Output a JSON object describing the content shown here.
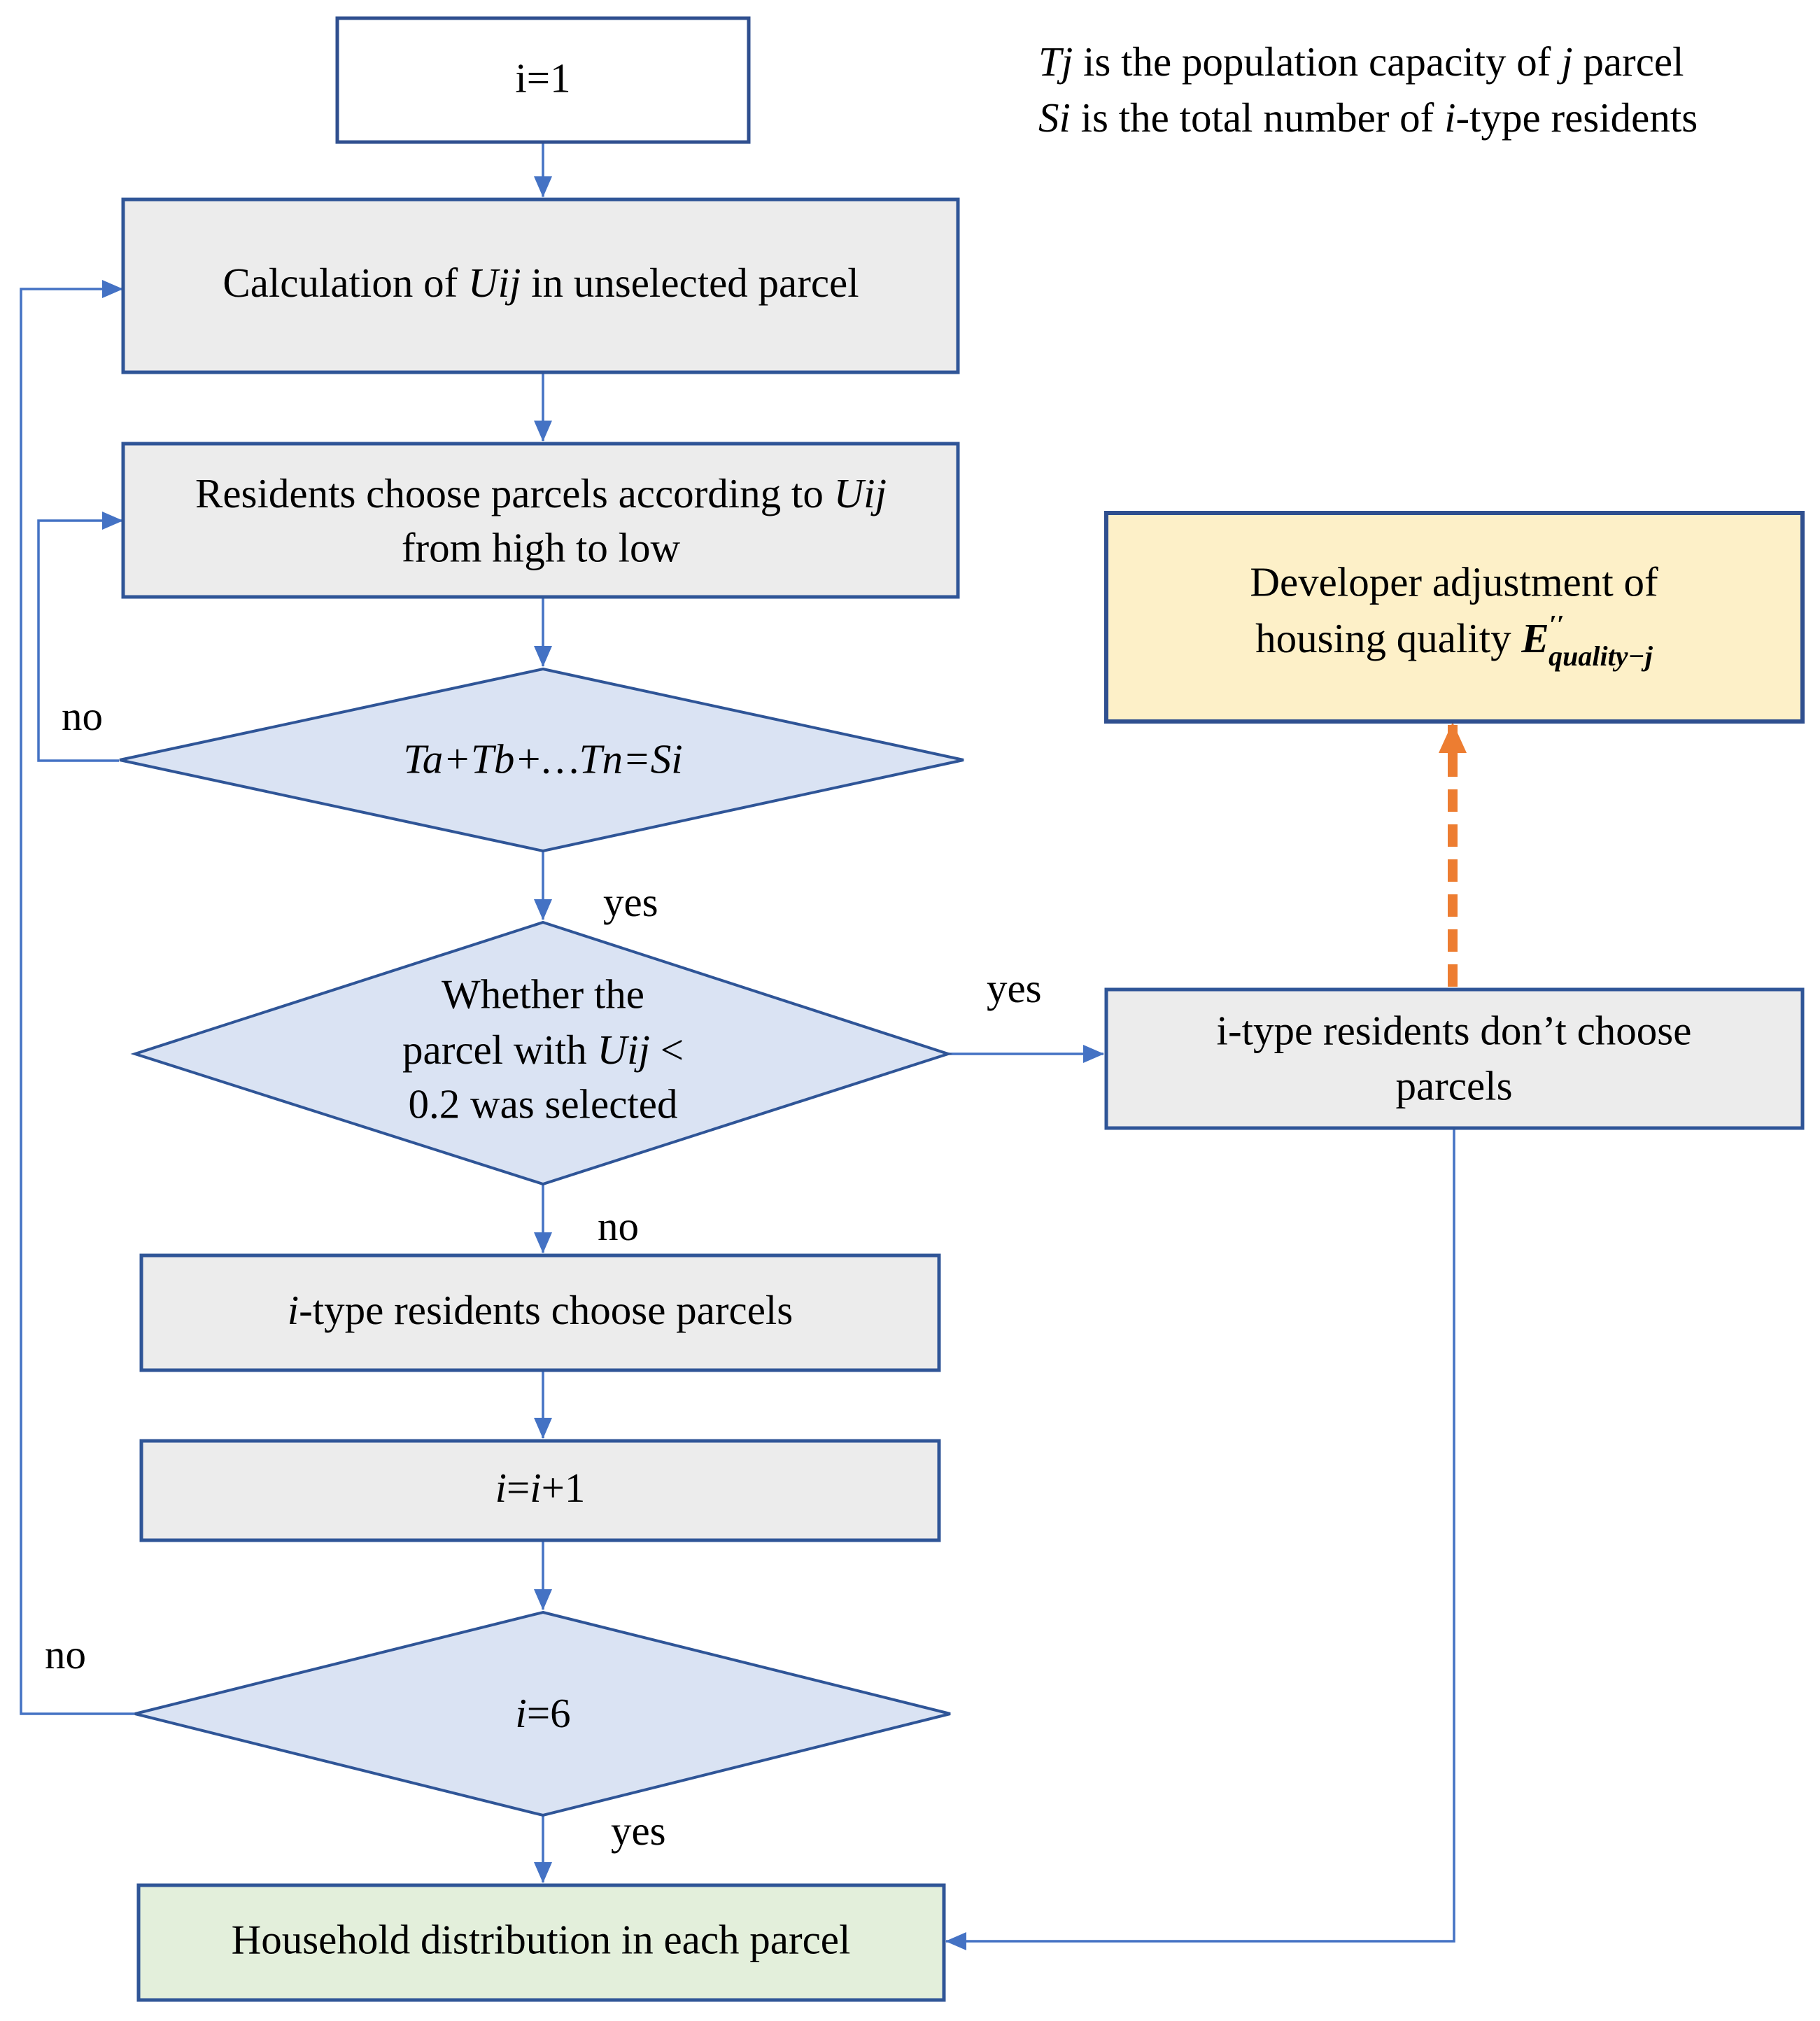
{
  "legend": {
    "line1": {
      "sym": "Tj",
      "text": " is the population capacity of ",
      "var": "j",
      "end": " parcel"
    },
    "line2": {
      "sym": "Si",
      "text": " is the total number of ",
      "var": "i",
      "end": "-type residents"
    }
  },
  "nodes": {
    "start": "i=1",
    "calc": {
      "pre": "Calculation of ",
      "var": "Uij",
      "post": " in unselected parcel"
    },
    "choose": {
      "line1_pre": "Residents choose parcels according to ",
      "line1_var": "Uij",
      "line2": "from high to low"
    },
    "capacity_check": "Ta+Tb+…Tn=Si",
    "threshold_check": {
      "line1": "Whether the",
      "line2_pre": "parcel with ",
      "line2_var": "Uij",
      "line2_post": " <",
      "line3": "0.2 was selected"
    },
    "itype_choose": {
      "var": "i",
      "text": "-type residents choose parcels"
    },
    "increment": {
      "v1": "i",
      "eq": "=",
      "v2": "i",
      "plus": "+1"
    },
    "end_check": {
      "var": "i",
      "text": "=6"
    },
    "dont_choose": {
      "line1": "i-type residents don’t choose",
      "line2": "parcels"
    },
    "developer": {
      "line1": "Developer adjustment of",
      "line2_pre": "housing quality ",
      "formula_base": "E",
      "formula_sup": "′′",
      "formula_sub": "quality−j"
    },
    "result": "Household distribution in each parcel"
  },
  "labels": {
    "no_capacity": "no",
    "yes_capacity": "yes",
    "yes_threshold": "yes",
    "no_threshold": "no",
    "no_end": "no",
    "yes_end": "yes"
  },
  "colors": {
    "flow_line": "#4472c4",
    "box_border": "#2f5597",
    "process_fill": "#ececec",
    "decision_fill": "#dae3f3",
    "developer_fill": "#fdf0c8",
    "result_fill": "#e3efdb",
    "feedback_arrow": "#ed7d31"
  }
}
